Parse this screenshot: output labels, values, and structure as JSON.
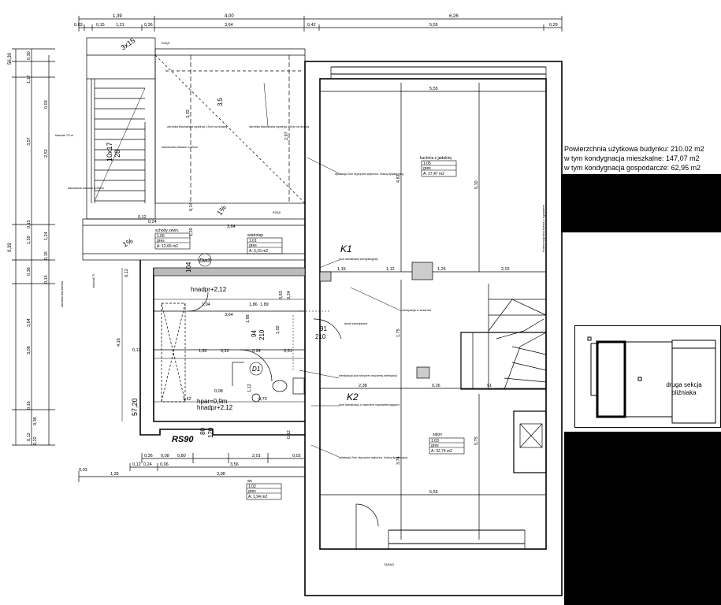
{
  "summary": {
    "line1": "Powierzchnia użytkowa budynku:  210.02 m2",
    "line2": "w tym kondygnacja mieszkalne: 147,07 m2",
    "line3": "w tym kondygnacja gospodarcze: 62,95 m2"
  },
  "legend": {
    "line1": "druga sekcja",
    "line2": "bliźniaka"
  },
  "rooms": {
    "kitchen": {
      "name": "kuchnia z jadalnią",
      "num": "1.05",
      "floor": "gres",
      "area": "A: 27,47 m2"
    },
    "salon": {
      "name": "salon",
      "num": "1.03",
      "floor": "gres",
      "area": "A: 32,74 m2"
    },
    "stairs": {
      "name": "schody zewn.",
      "num": "1.06",
      "floor": "gres",
      "area": "A: 12,66 m2"
    },
    "windbreak": {
      "name": "wiatrołap",
      "num": "1.01",
      "floor": "gres",
      "area": "A: 5,15 m2"
    },
    "wc": {
      "name": "wc",
      "num": "1.02",
      "floor": "gres",
      "area": "A: 1,94 m2"
    }
  },
  "labels": {
    "k1": "K1",
    "k2": "K2",
    "d1": "D1",
    "dw3": "Dw3",
    "rs90": "RS90",
    "stair_count": "10x17",
    "stair_depth": "28",
    "slope_a": "1%",
    "slope_b": "1%",
    "slope_c": "3,5",
    "roof_ratio": "3x15",
    "door_a": "94",
    "door_b": "210",
    "door_c": "91",
    "door_d": "210",
    "door_e": "80",
    "door_f": "120",
    "door_g": "104",
    "hnadpr1": "hnadpr+2,12",
    "hnadpr2": "hnadpr+2,12",
    "hpar": "hpar=0,9m",
    "tarasy": "TARAS",
    "vertical_note": "Kotwa wspólna kotwa z sąsiadem"
  },
  "dims_top": {
    "a": "1,39",
    "b": "4,00",
    "c": "6,26",
    "d": "0,03",
    "e": "0,15",
    "f": "1,21",
    "g": "0,36",
    "h": "3,64",
    "i": "0,42",
    "j": "5,55",
    "k": "0,29"
  },
  "dims_left": {
    "a": "56,30",
    "b": "0,30",
    "c": "1,17",
    "d": "0,03",
    "e": "3,57",
    "f": "2,52",
    "g": "0,15",
    "h": "9,39",
    "i": "1,59",
    "j": "1,24",
    "k": "0,15",
    "l": "0,36",
    "m": "0,15",
    "n": "3,64",
    "o": "3,08",
    "p": "0,16",
    "q": "57,20",
    "r": "0,12",
    "s": "0,36",
    "t": "0,22"
  },
  "dims_plan": {
    "a": "5,55",
    "b": "4,87",
    "c": "5,10",
    "d": "1,15",
    "e": "1,12",
    "f": "1,26",
    "g": "2,02",
    "h": "1,75",
    "i": "2,38",
    "j": "0,26",
    "k": "91",
    "l": "5,75",
    "m": "3,74",
    "n": "5,55",
    "o": "3,33",
    "p": "2,97",
    "q": "0,24",
    "r": "1,20",
    "s": "1,04",
    "t": "1,86",
    "u": "1,89",
    "v": "3,64",
    "w": "1,88",
    "x": "1,82",
    "y": "0,22",
    "z": "0,94",
    "aa": "0,61",
    "ab": "1,02",
    "ac": "1,62",
    "ad": "0,08",
    "ae": "1,12",
    "af": "0,73",
    "ag": "4,16",
    "ah": "0,12",
    "ai": "0,12",
    "aj": "0,12",
    "ak": "0,24",
    "al": "3,64",
    "am": "0,12",
    "an": "0,63",
    "ao": "0,24"
  },
  "dims_bottom": {
    "a": "0,36",
    "b": "0,08",
    "c": "0,80",
    "d": "2,01",
    "e": "0,02",
    "f": "0,12",
    "g": "0,24",
    "h": "0,06",
    "i": "3,56",
    "j": "0,03",
    "k": "1,35",
    "l": "3,98"
  },
  "notes": {
    "n1": "obróbka blacharska wywinąć 10cm na ścianę",
    "n2": "obróbka blacharska wywinąć 10cm na ścianę",
    "n3": "balustrada stalowa h=90cm",
    "n4": "balustrada stalowa h=90cm",
    "n5": "dylatacja 2cm styropian wykończ. listwą dylatacyjną",
    "n6": "pion kanalizacji wentylacyjnej",
    "n7": "pion kanalizacji z zaworem napowietrzającym",
    "n8": "wentylacja pod stropem wspornej wentylacji",
    "n9": "dylatacja 2cm styropian wykończ. listwą dylatacyjną",
    "n10": "blaszak TS-m",
    "n11": "obróbka blacharska",
    "n12": "blaszak TI",
    "n13": "wentylacja w szachcie",
    "n14": "RZĄD",
    "n15": "RZĄD",
    "n16": "drzwi zewnętrzne"
  }
}
